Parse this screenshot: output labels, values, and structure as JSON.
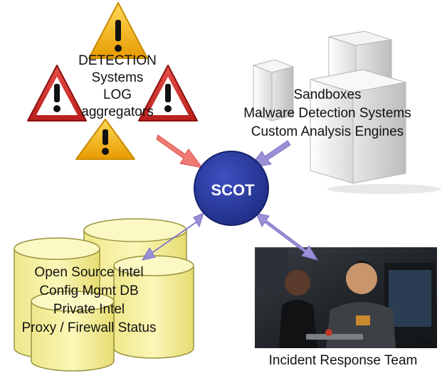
{
  "center": {
    "label": "SCOT"
  },
  "detection": {
    "lines": [
      "DETECTION",
      "Systems",
      "LOG",
      "aggregators"
    ]
  },
  "analysis": {
    "lines": [
      "Sandboxes",
      "Malware Detection Systems",
      "Custom Analysis Engines"
    ]
  },
  "intel": {
    "lines": [
      "Open Source Intel",
      "Config Mgmt DB",
      "Private Intel",
      "Proxy / Firewall Status"
    ]
  },
  "team": {
    "label": "Incident Response Team"
  },
  "icons": [
    "warning-icon",
    "server-box-icon",
    "database-cylinder-icon",
    "team-photo"
  ],
  "colors": {
    "scot_fill": "#2a3a9c",
    "warning_yellow": "#f5b312",
    "warning_red": "#d83a35",
    "arrow_red": "#ef7a72",
    "arrow_purple": "#9b8fd6",
    "db_yellow": "#f8f3a4"
  }
}
